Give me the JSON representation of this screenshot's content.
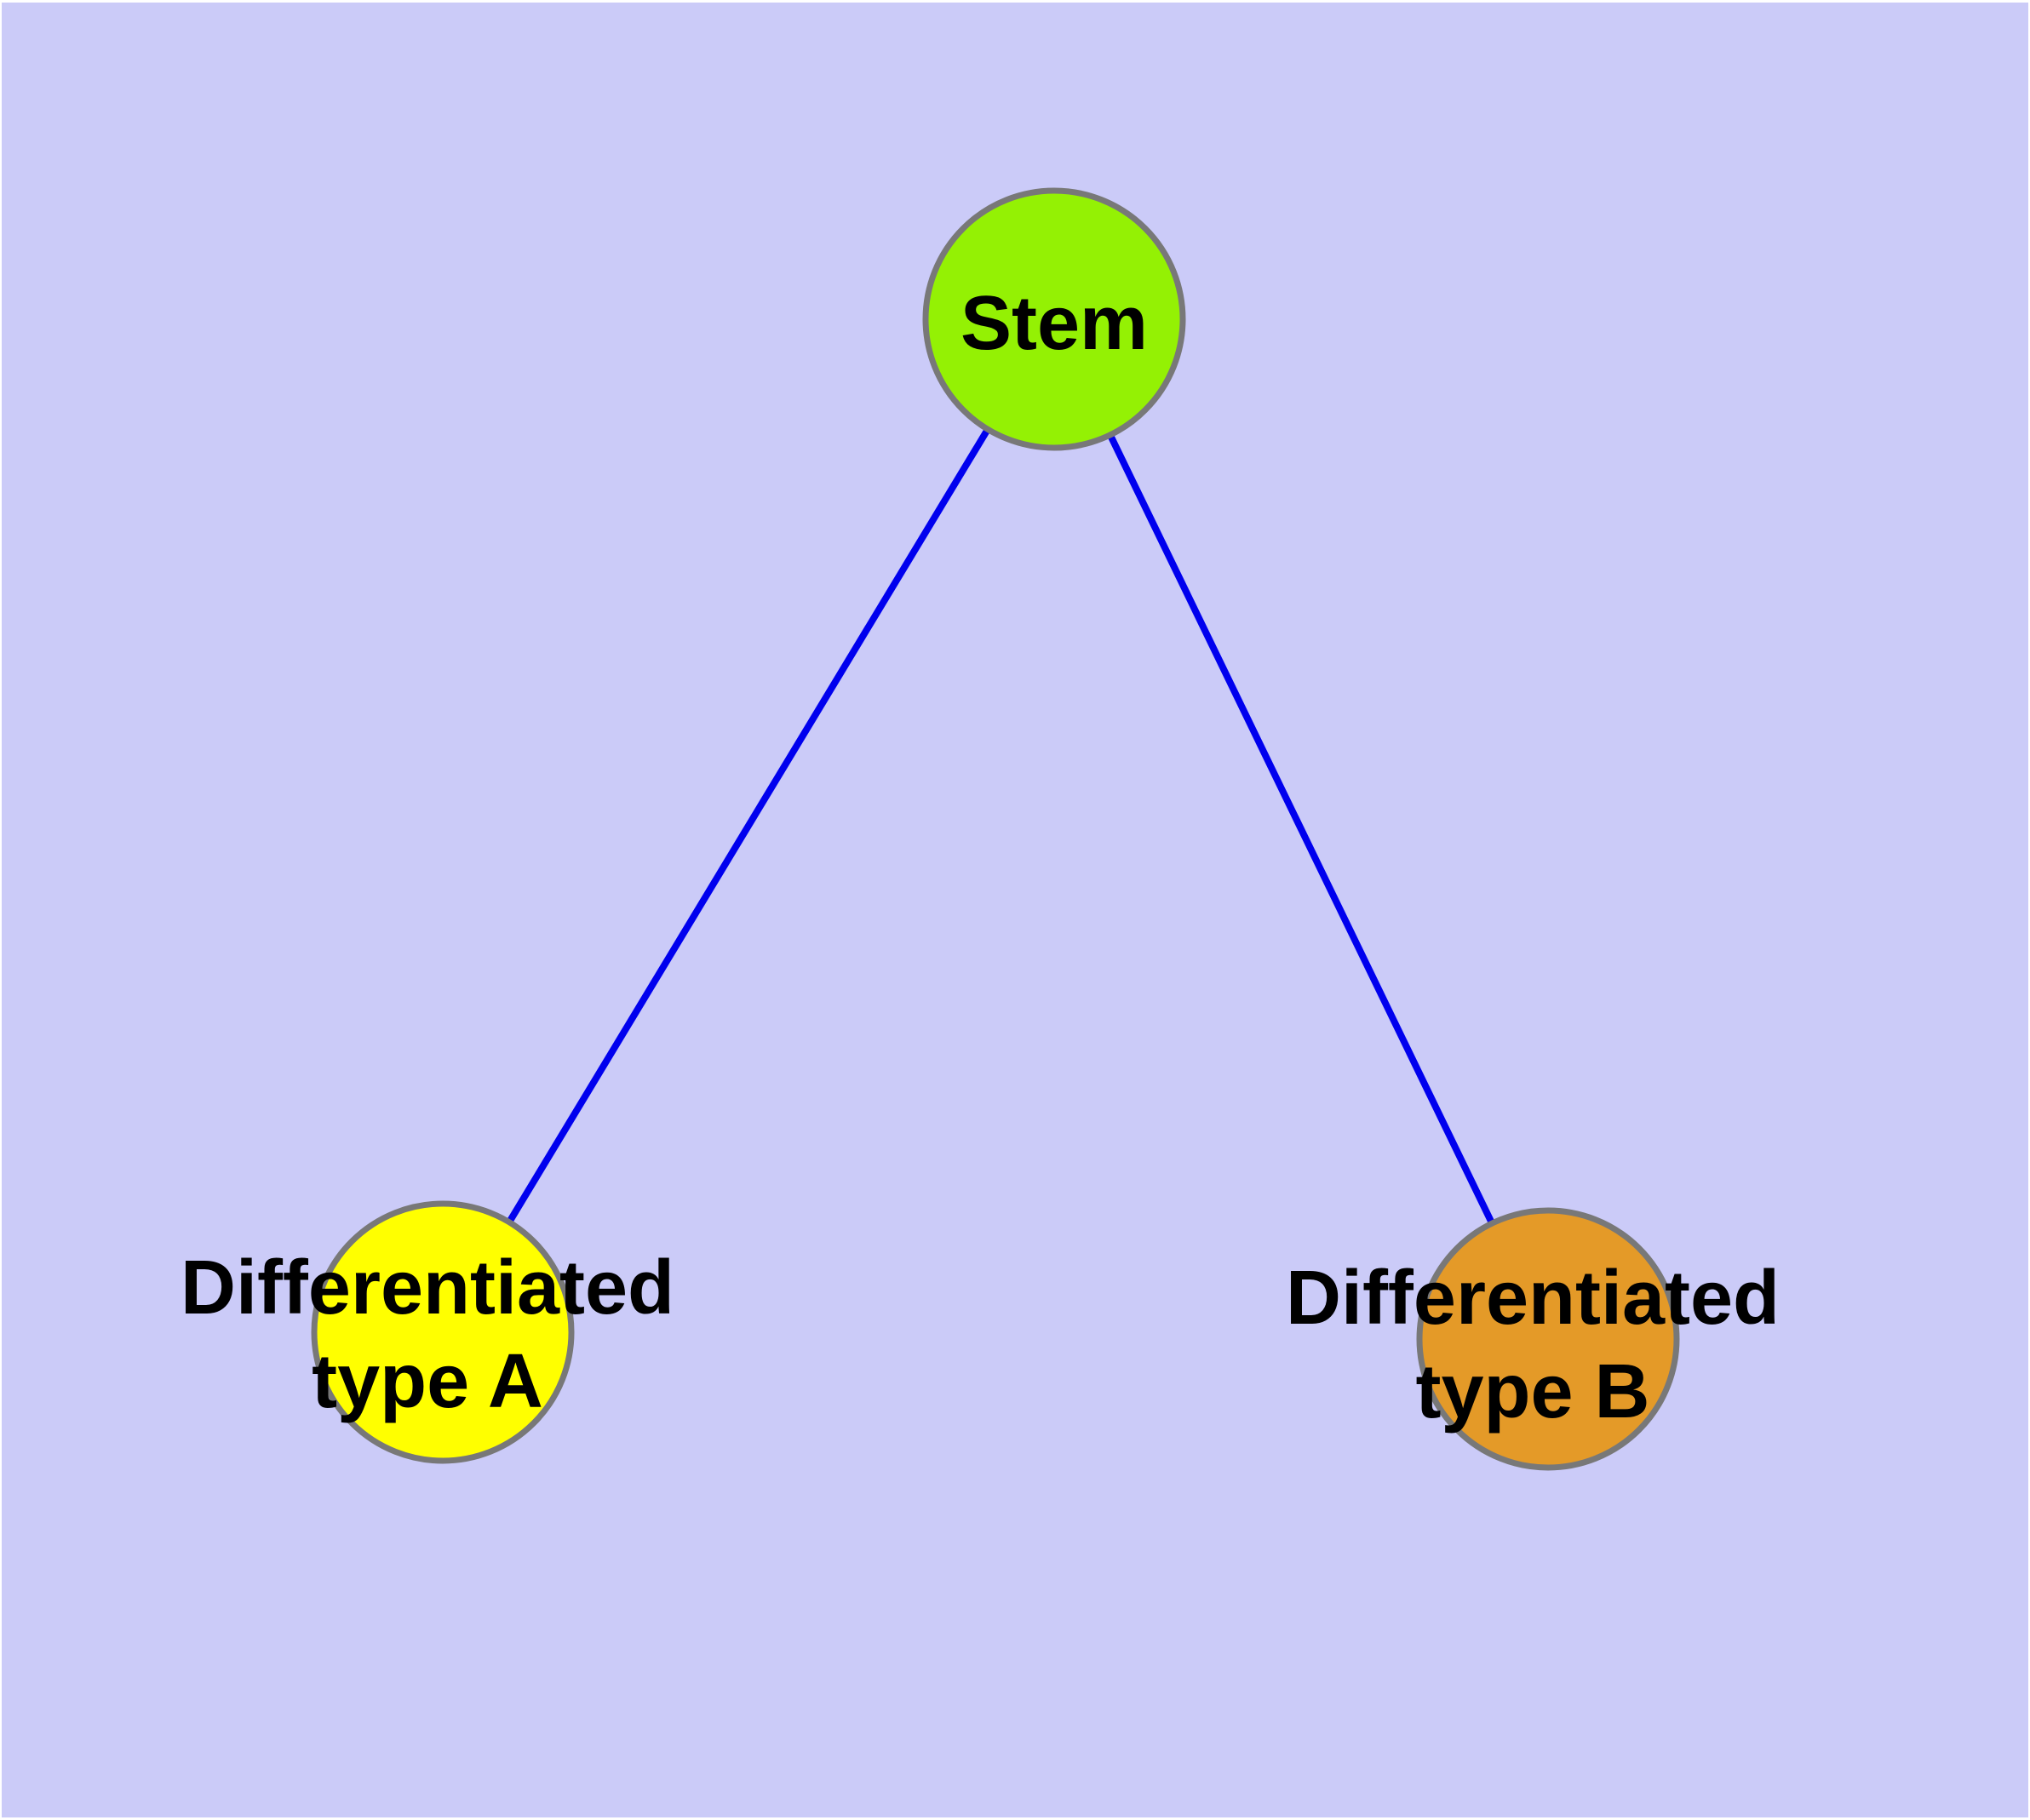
{
  "window": {
    "frame_color": "#ffffff",
    "canvas_background": "#cbcbf8"
  },
  "graph": {
    "edge_color": "#0000ee",
    "node_border_color": "#787878",
    "label_color": "#000000",
    "nodes": {
      "stem": {
        "label": "Stem",
        "fill": "#94f104"
      },
      "diff_a": {
        "label_line1": "Differentiated",
        "label_line2": "type A",
        "fill": "#ffff00"
      },
      "diff_b": {
        "label_line1": "Differentiated",
        "label_line2": "type B",
        "fill": "#e49a28"
      }
    }
  }
}
